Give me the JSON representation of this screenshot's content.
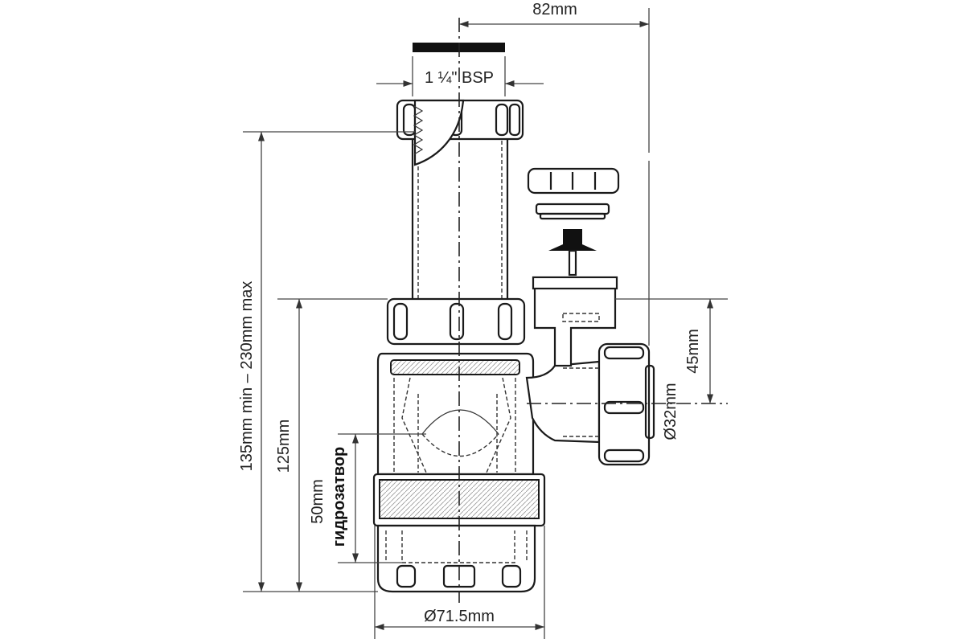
{
  "dimensions": {
    "top_width": "82mm",
    "thread": "1 ¼\" BSP",
    "height_range": "135mm min – 230mm max",
    "height_125": "125mm",
    "water_seal_depth": "50mm",
    "water_seal_label": "гидрозатвор",
    "outlet_offset": "45mm",
    "outlet_diameter": "Ø32mm",
    "body_diameter": "Ø71.5mm"
  },
  "colors": {
    "line": "#1a1a1a",
    "background": "#ffffff"
  }
}
